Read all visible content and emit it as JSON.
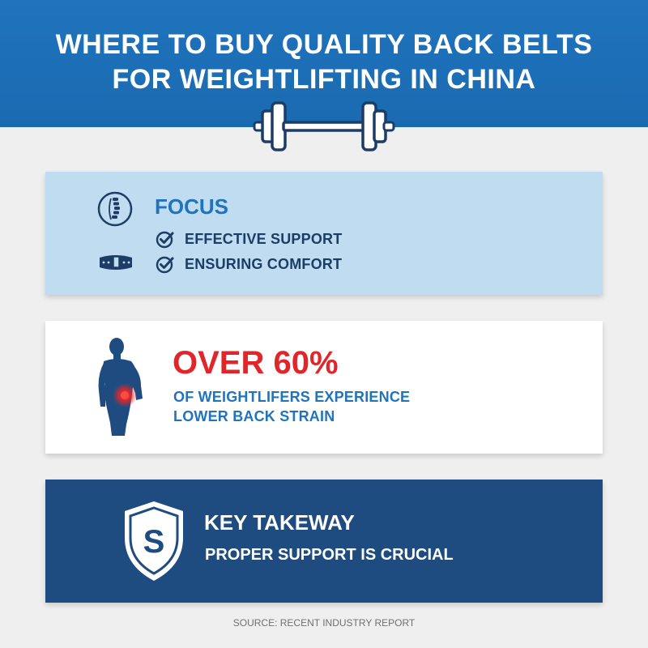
{
  "header": {
    "title_line1": "WHERE TO BUY QUALITY BACK BELTS",
    "title_line2": "FOR WEIGHTLIFTING IN CHINA",
    "icon": "barbell-icon"
  },
  "focus": {
    "title": "FOCUS",
    "items": [
      {
        "label": "EFFECTIVE SUPPORT",
        "icon": "check-icon"
      },
      {
        "label": "ENSURING COMFORT",
        "icon": "check-icon"
      }
    ],
    "icons": [
      "spine-icon",
      "belt-icon"
    ]
  },
  "stat": {
    "value": "OVER 60%",
    "line1": "OF WEIGHTLIFERS EXPERIENCE",
    "line2": "LOWER BACK STRAIN",
    "icon": "back-pain-figure-icon"
  },
  "takeaway": {
    "title": "KEY TAKEWAY",
    "text": "PROPER SUPPORT IS CRUCIAL",
    "badge_letter": "S",
    "icon": "shield-icon"
  },
  "source": "SOURCE: RECENT INDUSTRY REPORT",
  "colors": {
    "header_blue": "#1f74bd",
    "navy": "#1f4c80",
    "light_blue": "#bfdcf0",
    "accent_red": "#e0262b",
    "text_dark": "#1e3d66"
  }
}
